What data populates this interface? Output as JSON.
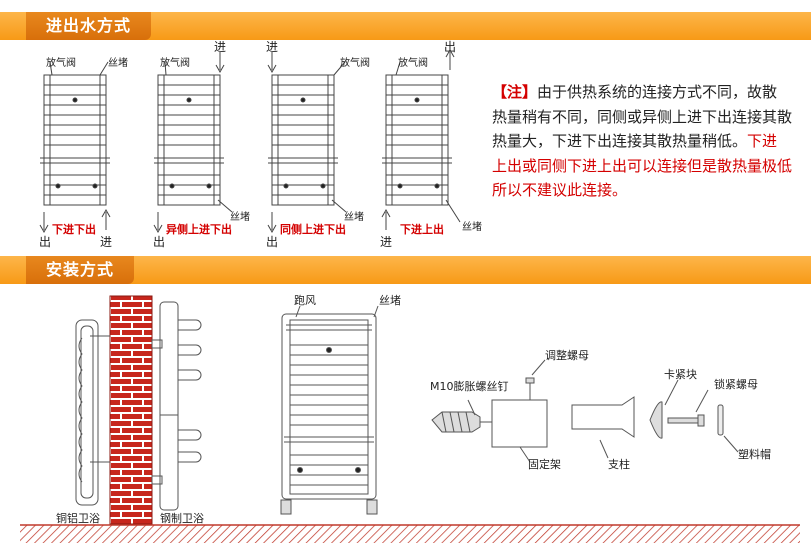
{
  "sections": {
    "water_inlet": "进出水方式",
    "installation": "安装方式"
  },
  "connection_diagrams": [
    {
      "caption": "下进下出",
      "top_labels": [
        "放气阀",
        "丝堵"
      ],
      "arrow_labels": [
        "出",
        "进"
      ]
    },
    {
      "caption": "异侧上进下出",
      "top_labels": [
        "放气阀"
      ],
      "arrow_labels": [
        "进",
        "出"
      ],
      "side_label": "丝堵"
    },
    {
      "caption": "同侧上进下出",
      "top_labels": [
        "放气阀"
      ],
      "arrow_labels": [
        "进",
        "出"
      ],
      "side_label": "丝堵"
    },
    {
      "caption": "下进上出",
      "top_labels": [
        "放气阀"
      ],
      "arrow_labels": [
        "出",
        "进"
      ],
      "side_label": "丝堵"
    }
  ],
  "note": {
    "tag": "【注】",
    "text": "由于供热系统的连接方式不同，故散热量稍有不同，同侧或异侧上进下出连接其散热量大，下进下出连接其散热量稍低。",
    "warning": "下进上出或同侧下进上出可以连接但是散热量极低所以不建议此连接。"
  },
  "installation": {
    "left_labels": [
      "铜铝卫浴",
      "钢制卫浴"
    ],
    "radiator_labels": [
      "跑风",
      "丝堵"
    ],
    "parts": {
      "expansion_bolt": "M10膨胀螺丝钉",
      "adjust_nut": "调整螺母",
      "fixed_frame": "固定架",
      "support": "支柱",
      "clamp_block": "卡紧块",
      "lock_nut": "锁紧螺母",
      "plastic_cap": "塑料帽"
    }
  }
}
